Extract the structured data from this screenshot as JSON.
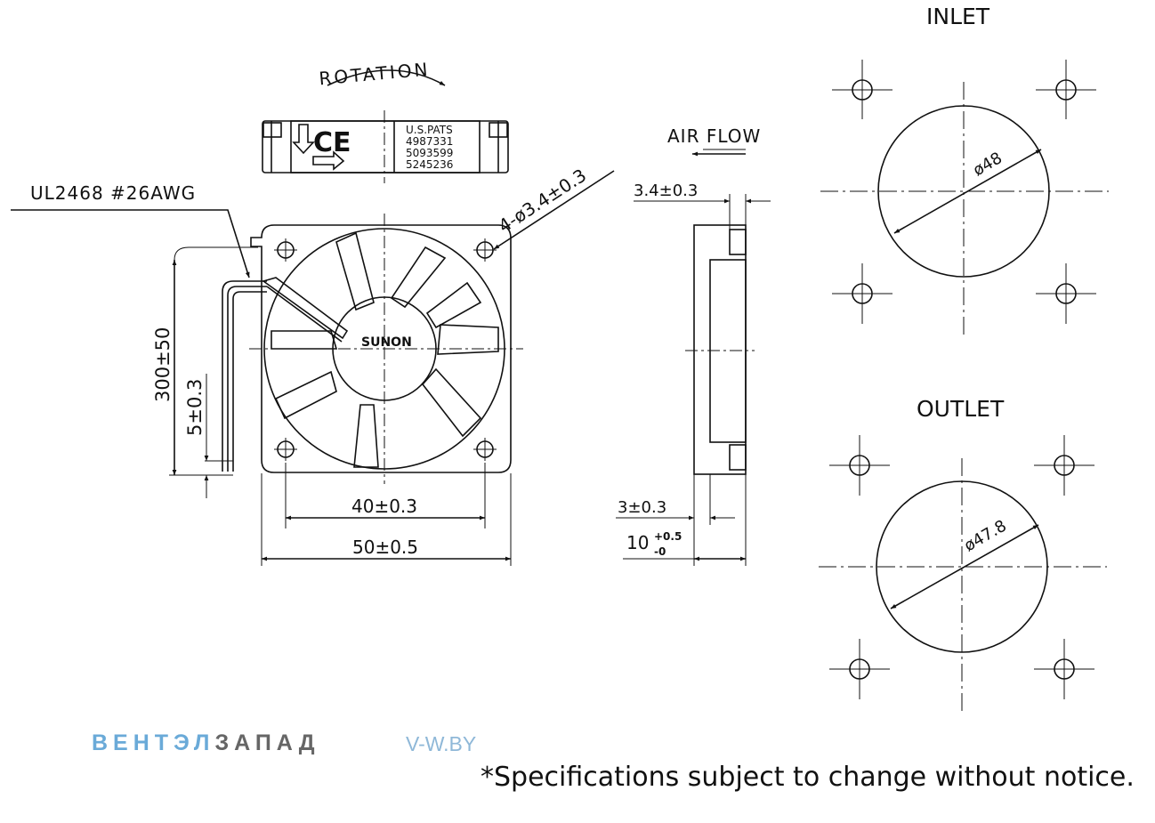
{
  "labels": {
    "inlet": "INLET",
    "outlet": "OUTLET",
    "rotation": "ROTATION",
    "air_flow": "AIR FLOW",
    "wire": "UL2468 #26AWG",
    "hole_spec": "4-ø3.4±0.3",
    "label_brand": "SUNON",
    "patents_title": "U.S.PATS",
    "patent_1": "4987331",
    "patent_2": "5093599",
    "patent_3": "5245236",
    "ce_mark": "CE"
  },
  "dimensions": {
    "hole_pitch": "40±0.3",
    "frame_width": "50±0.5",
    "wire_length": "300±50",
    "wire_strip": "5±0.3",
    "depth_top": "3.4±0.3",
    "depth_flange": "3±0.3",
    "thickness_base": "10",
    "thickness_tol_plus": "+0.5",
    "thickness_tol_minus": "-0",
    "inlet_diameter": "ø48",
    "outlet_diameter": "ø47.8"
  },
  "footer": {
    "brand_part1": "ВЕНТЭЛ",
    "brand_part2": "ЗАПАД",
    "site": "V-W.BY",
    "note": "*Specifications subject to change without notice."
  },
  "colors": {
    "line": "#111111",
    "brand_blue": "#6aaad8",
    "brand_grey": "#666666",
    "site_blue": "#8fb8d8"
  }
}
